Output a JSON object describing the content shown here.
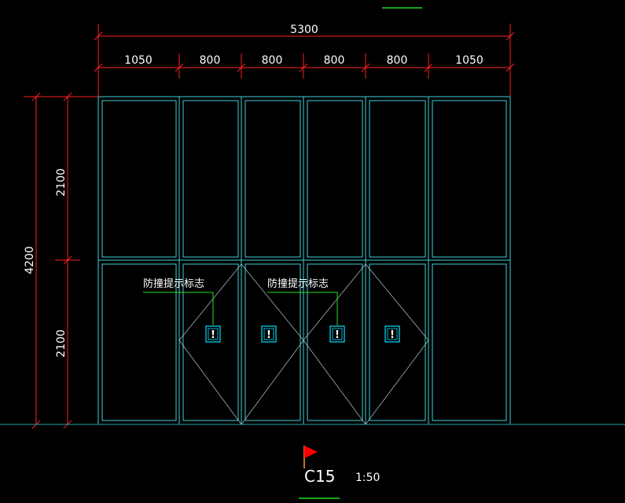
{
  "dimensions": {
    "total_width": "5300",
    "panels": [
      "1050",
      "800",
      "800",
      "800",
      "800",
      "1050"
    ],
    "total_height": "4200",
    "upper_height": "2100",
    "lower_height": "2100"
  },
  "annotations": {
    "left_note": "防撞提示标志",
    "right_note": "防撞提示标志"
  },
  "warning_sign": {
    "glyph": "!",
    "count": 4
  },
  "title": {
    "code": "C15",
    "scale": "1:50",
    "flag_color": "#ff0000"
  },
  "colors": {
    "frame": "#3fd0d8",
    "dimension": "#ff2020",
    "leader": "#22dd22",
    "ground": "#2aa0b0",
    "sign": "#00e0ff"
  }
}
